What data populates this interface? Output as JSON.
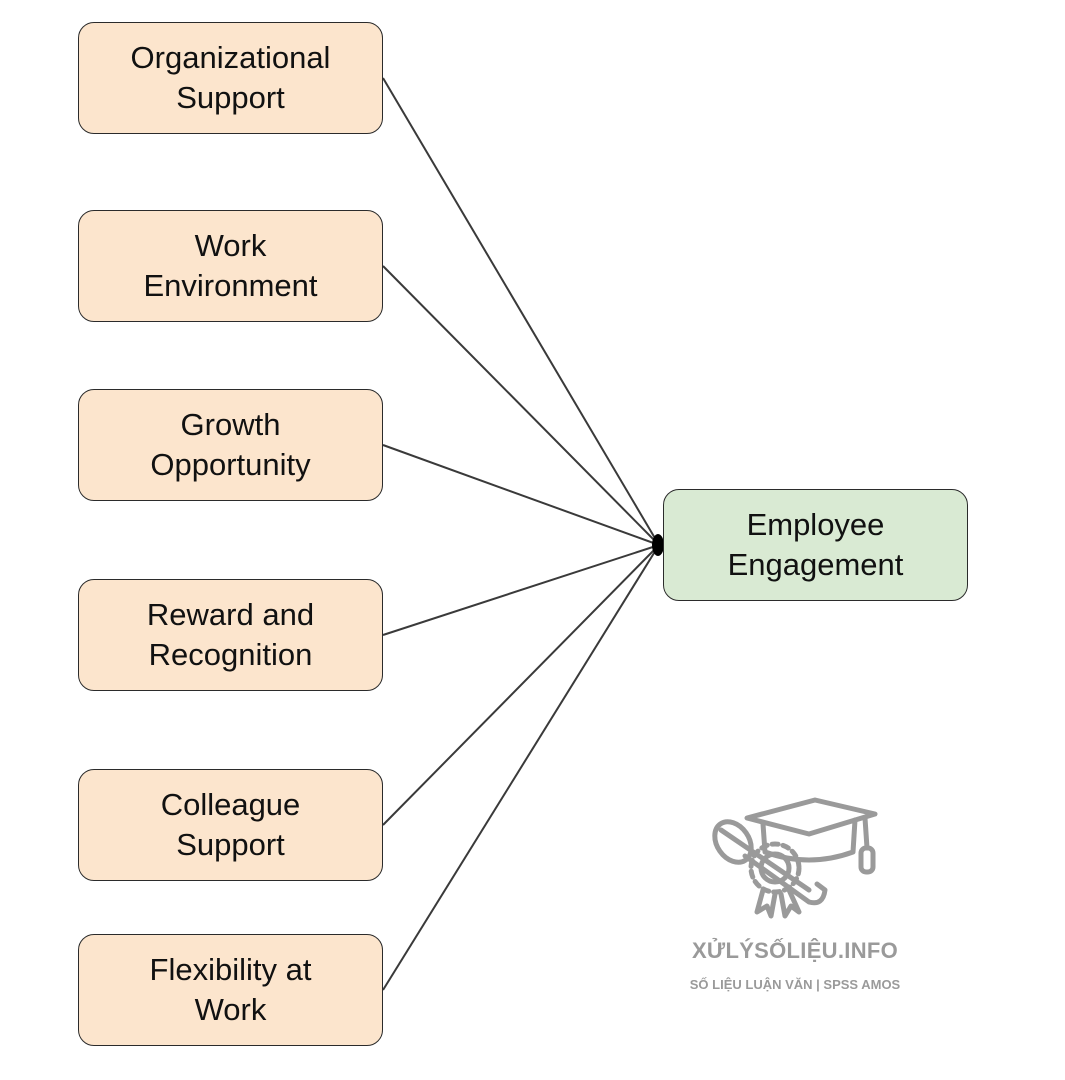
{
  "colors": {
    "factor_fill": "#fce5cd",
    "outcome_fill": "#d9ead3",
    "border": "#2b2b2b",
    "connector": "#3a3a3a",
    "watermark": "#9a9a9a"
  },
  "factors": [
    {
      "label": "Organizational\nSupport"
    },
    {
      "label": "Work\nEnvironment"
    },
    {
      "label": "Growth\nOpportunity"
    },
    {
      "label": "Reward and\nRecognition"
    },
    {
      "label": "Colleague\nSupport"
    },
    {
      "label": "Flexibility at\nWork"
    }
  ],
  "outcome": {
    "label": "Employee\nEngagement"
  },
  "watermark": {
    "icon": "graduation-cap-diploma-icon",
    "title": "XỬLÝSỐLIỆU.INFO",
    "subtitle": "SỐ LIỆU LUẬN VĂN | SPSS AMOS"
  }
}
